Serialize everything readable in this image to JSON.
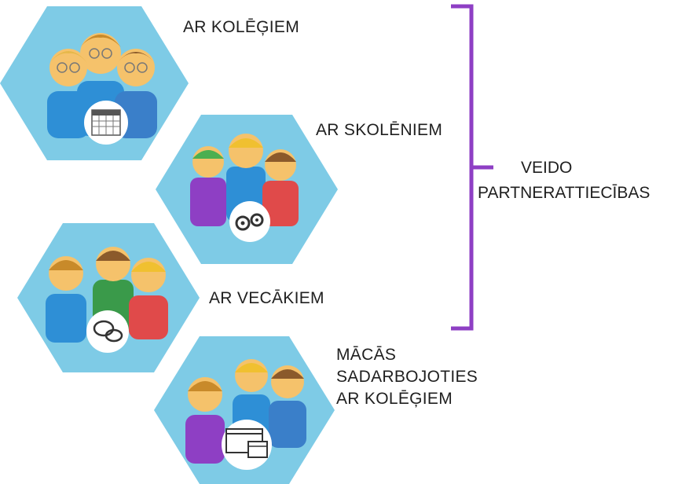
{
  "items": [
    {
      "label": "AR KOLĒĢIEM",
      "icon": "calendar-icon"
    },
    {
      "label": "AR SKOLĒNIEM",
      "icon": "gears-icon"
    },
    {
      "label": "AR VECĀKIEM",
      "icon": "chat-bubbles-icon"
    },
    {
      "label_lines": [
        "MĀCĀS",
        "SADARBOJOTIES",
        "AR KOLĒĢIEM"
      ],
      "icon": "browser-calendar-icon"
    }
  ],
  "result": {
    "line1": "VEIDO",
    "line2": "PARTNERATTIECĪBAS"
  },
  "colors": {
    "hexagon": "#7ecbe6",
    "brace": "#8e3fc4",
    "skin": "#f5c26b"
  }
}
